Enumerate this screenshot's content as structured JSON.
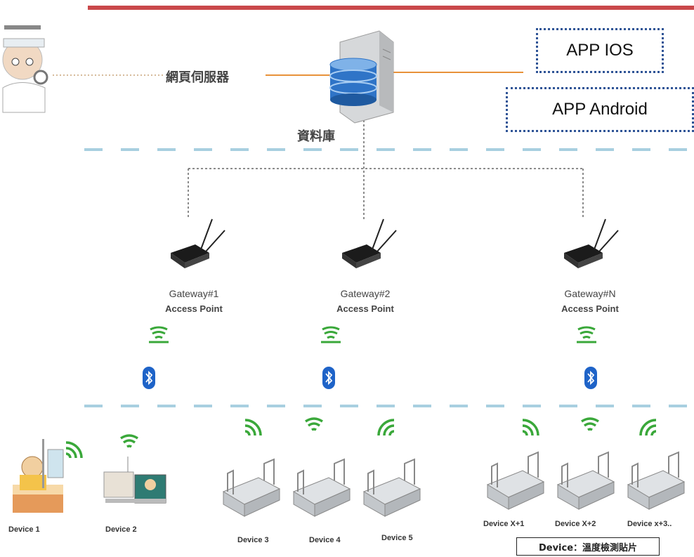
{
  "web_server_label": "網頁伺服器",
  "database_label": "資料庫",
  "app_ios": "APP IOS",
  "app_android": "APP Android",
  "gateways": [
    {
      "name": "Gateway#1",
      "sub": "Access Point"
    },
    {
      "name": "Gateway#2",
      "sub": "Access Point"
    },
    {
      "name": "Gateway#N",
      "sub": "Access Point"
    }
  ],
  "devices": [
    "Device 1",
    "Device 2",
    "Device 3",
    "Device 4",
    "Device 5",
    "Device X+1",
    "Device X+2",
    "Device x+3.."
  ],
  "legend": "Device：溫度檢測貼片",
  "colors": {
    "accent_bar": "#c9484a",
    "dash_line": "#a8cfe0",
    "wifi": "#3aa83a",
    "bluetooth": "#1e63c8",
    "app_border": "#2f5496"
  }
}
